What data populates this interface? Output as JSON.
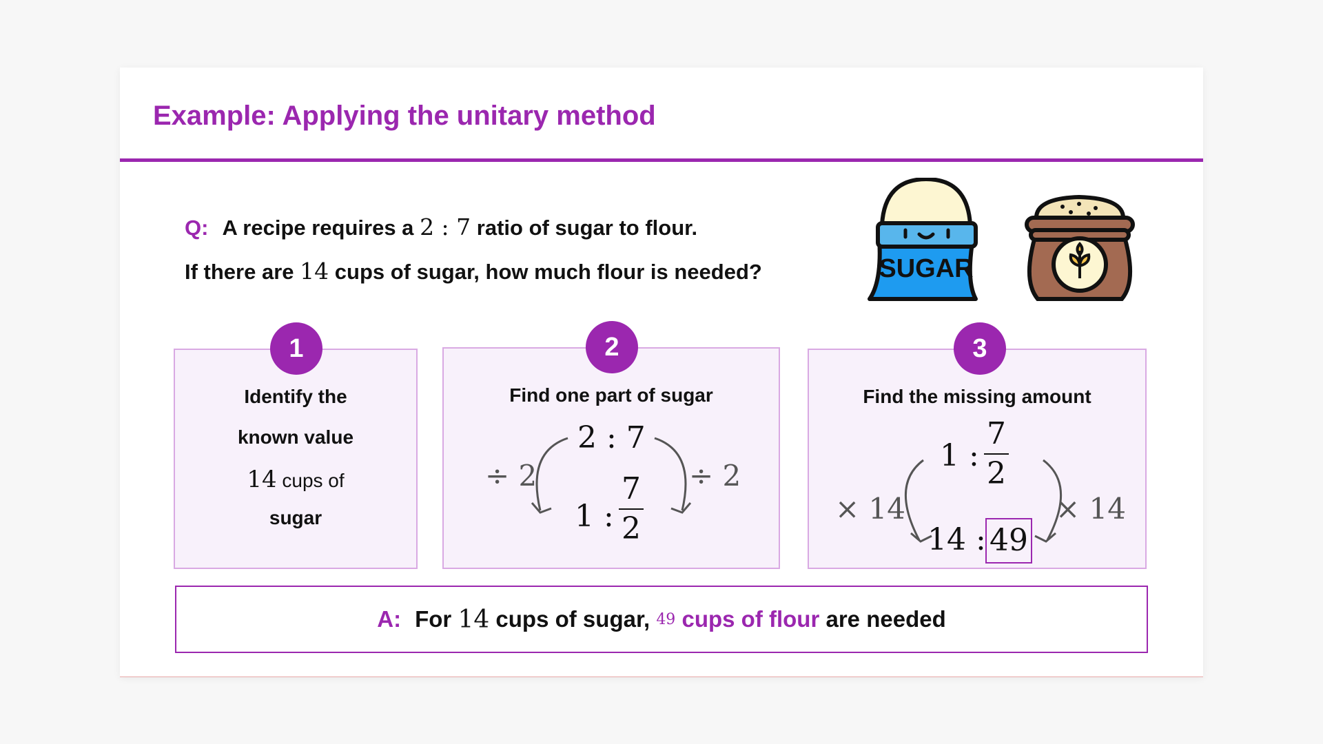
{
  "title": "Example: Applying the unitary method",
  "question": {
    "label": "Q:",
    "line1_a": "A recipe requires a",
    "ratio": "2 : 7",
    "line1_b": "ratio of sugar to flour.",
    "line2_a": "If there are",
    "sugar_cups": "14",
    "line2_b": "cups of sugar, how much flour is needed?"
  },
  "icons": {
    "sugar_bag": "sugar-bag-icon",
    "sugar_label": "SUGAR",
    "flour_sack": "flour-sack-icon"
  },
  "steps": [
    {
      "number": "1",
      "title_line1": "Identify the",
      "title_line2": "known value",
      "value": "14",
      "value_text": " cups of",
      "value_text2": "sugar"
    },
    {
      "number": "2",
      "title": "Find one part of sugar",
      "top_ratio": "2 : 7",
      "left_op": "÷ 2",
      "right_op": "÷ 2",
      "bottom_left": "1 :",
      "frac_num": "7",
      "frac_den": "2"
    },
    {
      "number": "3",
      "title": "Find the missing amount",
      "top_left": "1 :",
      "frac_num": "7",
      "frac_den": "2",
      "left_op": "× 14",
      "right_op": "× 14",
      "bottom_left": "14 :",
      "result": "49"
    }
  ],
  "answer": {
    "label": "A:",
    "text_a": "For",
    "sugar_cups": "14",
    "text_b": "cups of sugar,",
    "flour_value": "49",
    "flour_text": "cups of flour",
    "text_c": "are needed"
  },
  "colors": {
    "accent": "#9b27af",
    "panel_bg": "#f8f1fb",
    "panel_border": "#d9a9e3",
    "sugar_blue": "#1e9bf0",
    "flour_brown": "#a36a52"
  }
}
